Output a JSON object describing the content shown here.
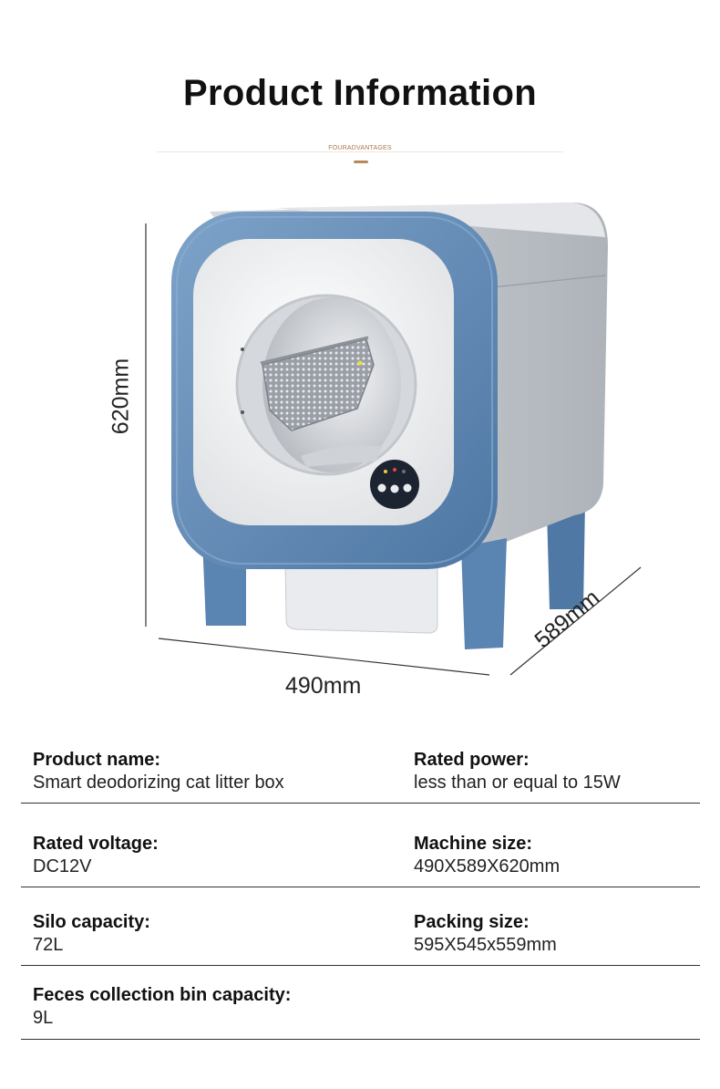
{
  "header": {
    "title": "Product Information",
    "subtitle": "FOURADVANTAGES"
  },
  "dimensions": {
    "height": "620mm",
    "width": "490mm",
    "depth": "589mm"
  },
  "specs": {
    "rows": [
      [
        {
          "label": "Product name:",
          "value": "Smart deodorizing cat litter box"
        },
        {
          "label": "Rated power:",
          "value": "less than or equal to 15W"
        }
      ],
      [
        {
          "label": "Rated voltage:",
          "value": "DC12V"
        },
        {
          "label": "Machine size:",
          "value": "490X589X620mm"
        }
      ],
      [
        {
          "label": "Silo capacity:",
          "value": "72L"
        },
        {
          "label": "Packing size:",
          "value": "595X545x559mm"
        }
      ],
      [
        {
          "label": "Feces collection bin capacity:",
          "value": "9L"
        }
      ]
    ]
  },
  "colors": {
    "frame_blue": "#5f88b5",
    "body_grey": "#c9cdd2",
    "accent_brown": "#a7794f"
  }
}
